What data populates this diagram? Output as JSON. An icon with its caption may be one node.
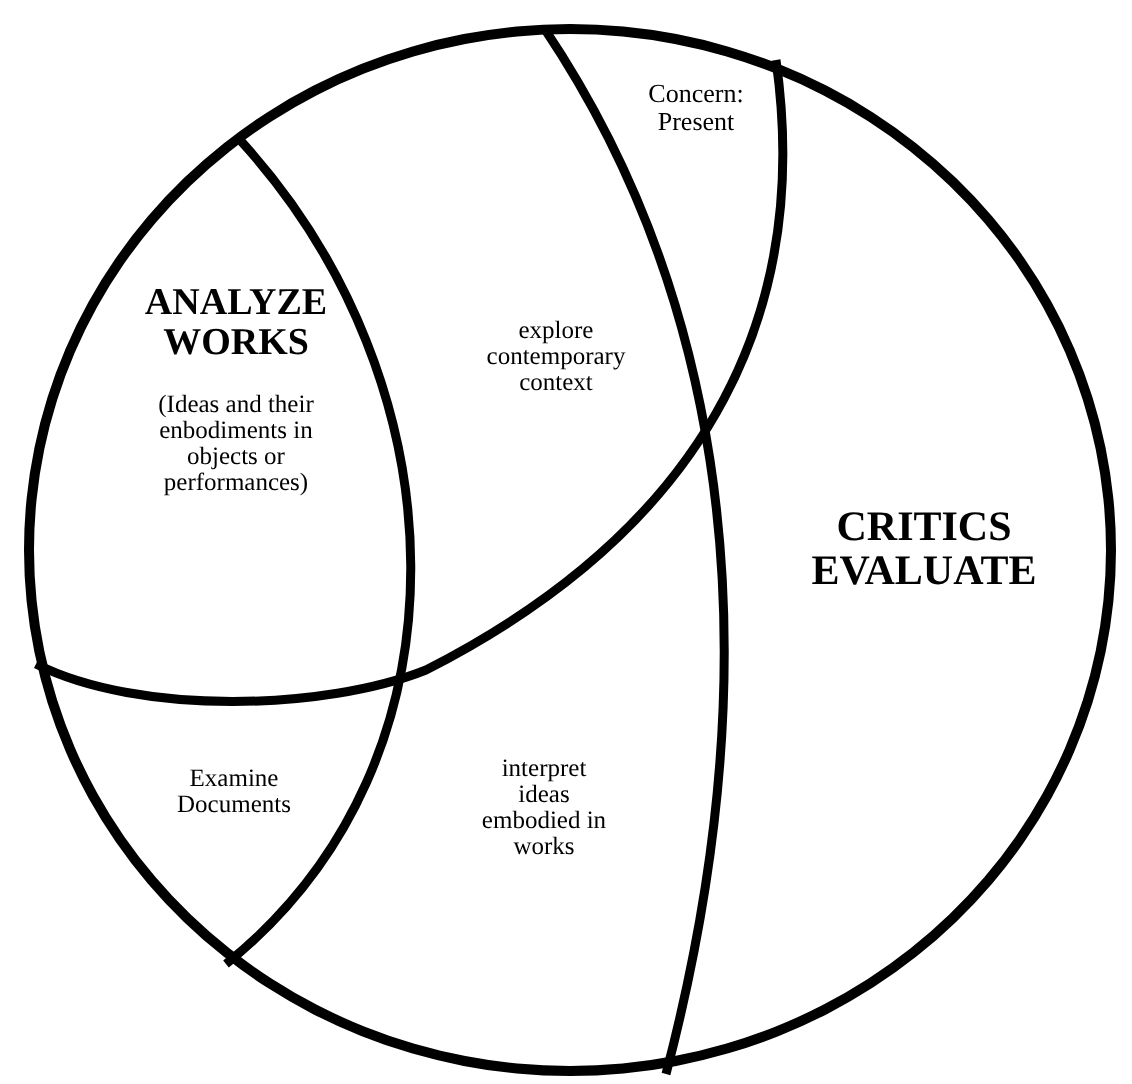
{
  "diagram": {
    "nodes": [
      {
        "text": [],
        "shape": "circle"
      },
      {
        "text": [
          "Concern: Present"
        ],
        "in": 0
      },
      {
        "text": [
          "ANALYZE WORKS",
          "(Ideas and their enbodiments in objects or performances)"
        ],
        "in": 0
      },
      {
        "text": [
          "explore contemporary context"
        ],
        "in": 0
      },
      {
        "text": [
          "CRITICS EVALUATE"
        ],
        "in": 0
      },
      {
        "text": [
          "Examine Documents"
        ],
        "in": 0
      },
      {
        "text": [
          "interpret ideas embodied in works"
        ],
        "in": 0
      }
    ]
  }
}
